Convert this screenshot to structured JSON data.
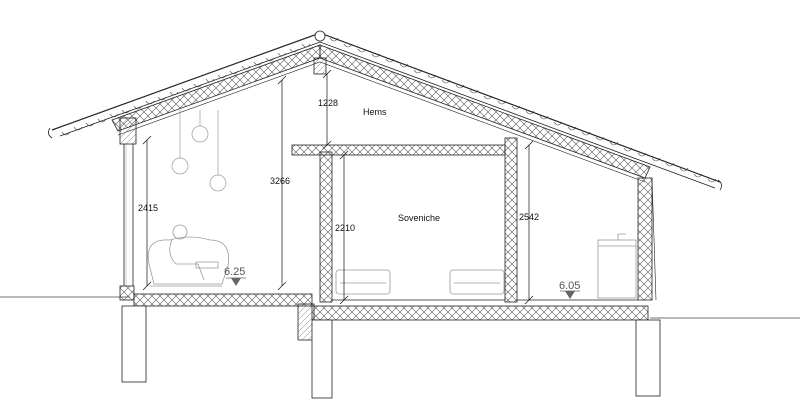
{
  "rooms": {
    "hems": "Hems",
    "soveniche": "Soveniche"
  },
  "dimensions": {
    "left_wall_height": "2415",
    "ridge_height": "3266",
    "hems_clearance": "1228",
    "soveniche_height": "2210",
    "right_height": "2542"
  },
  "levels": {
    "left_floor": "6.25",
    "right_floor": "6.05"
  },
  "colors": {
    "line": "#222222",
    "hatch": "#444444",
    "furniture": "#9a9a9a",
    "level_marker": "#666666"
  }
}
